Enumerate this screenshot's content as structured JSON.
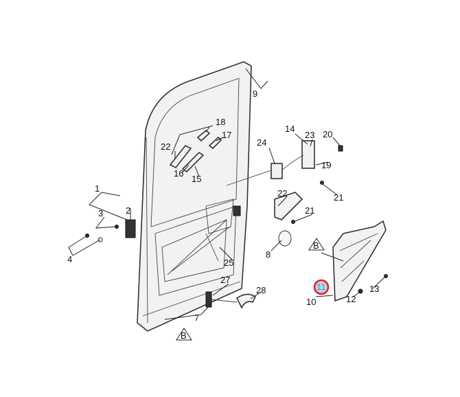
{
  "diagram": {
    "callouts": [
      {
        "id": "c9",
        "text": "9"
      },
      {
        "id": "c18",
        "text": "18"
      },
      {
        "id": "c17",
        "text": "17"
      },
      {
        "id": "c22a",
        "text": "22"
      },
      {
        "id": "c16",
        "text": "16"
      },
      {
        "id": "c15",
        "text": "15"
      },
      {
        "id": "c14",
        "text": "14"
      },
      {
        "id": "c23",
        "text": "23"
      },
      {
        "id": "c20",
        "text": "20"
      },
      {
        "id": "c24",
        "text": "24"
      },
      {
        "id": "c19",
        "text": "19"
      },
      {
        "id": "c21a",
        "text": "21"
      },
      {
        "id": "c22b",
        "text": "22"
      },
      {
        "id": "c21b",
        "text": "21"
      },
      {
        "id": "c1",
        "text": "1"
      },
      {
        "id": "c2",
        "text": "2"
      },
      {
        "id": "c3",
        "text": "3"
      },
      {
        "id": "c4",
        "text": "4"
      },
      {
        "id": "c25",
        "text": "25"
      },
      {
        "id": "c8",
        "text": "8"
      },
      {
        "id": "c27",
        "text": "27"
      },
      {
        "id": "c28",
        "text": "28"
      },
      {
        "id": "c7",
        "text": "7"
      },
      {
        "id": "c11",
        "text": "11"
      },
      {
        "id": "c10",
        "text": "10"
      },
      {
        "id": "c12",
        "text": "12"
      },
      {
        "id": "c13",
        "text": "13"
      }
    ],
    "view_markers": [
      {
        "id": "bA",
        "text": "B"
      },
      {
        "id": "bB",
        "text": "B"
      }
    ],
    "highlight_color": "#e02020",
    "highlight_fill": "#b8d4ea"
  }
}
